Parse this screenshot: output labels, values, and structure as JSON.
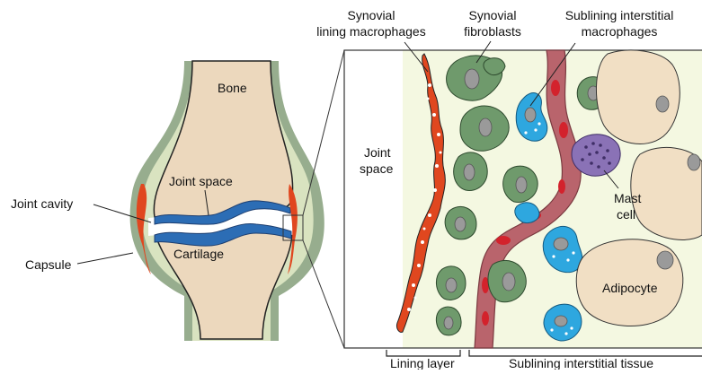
{
  "labels": {
    "bone": "Bone",
    "joint_space_left": "Joint space",
    "joint_cavity": "Joint cavity",
    "cartilage": "Cartilage",
    "capsule": "Capsule",
    "joint_space_right": [
      "Joint",
      "space"
    ],
    "synovial_lining_macrophages": [
      "Synovial",
      "lining macrophages"
    ],
    "synovial_fibroblasts": [
      "Synovial",
      "fibroblasts"
    ],
    "sublining_interstitial_macrophages": [
      "Sublining interstitial",
      "macrophages"
    ],
    "mast_cell": [
      "Mast",
      "cell"
    ],
    "adipocyte": "Adipocyte",
    "lining_layer": "Lining layer",
    "sublining_interstitial_tissue": "Sublining interstitial tissue"
  },
  "colors": {
    "bone": "#ecd8bd",
    "capsule_outer": "#97ad8e",
    "capsule_inner": "#d9e3c0",
    "cartilage": "#2c6db5",
    "lining_red": "#e0471f",
    "tissue_bg": "#f4f8e1",
    "fibroblast": "#6f9a6c",
    "vessel": "#b9646c",
    "rbc": "#d3222c",
    "macrophage_blue": "#2ea7df",
    "mast_cell": "#8a72b6",
    "nucleus": "#9a9a9a"
  }
}
